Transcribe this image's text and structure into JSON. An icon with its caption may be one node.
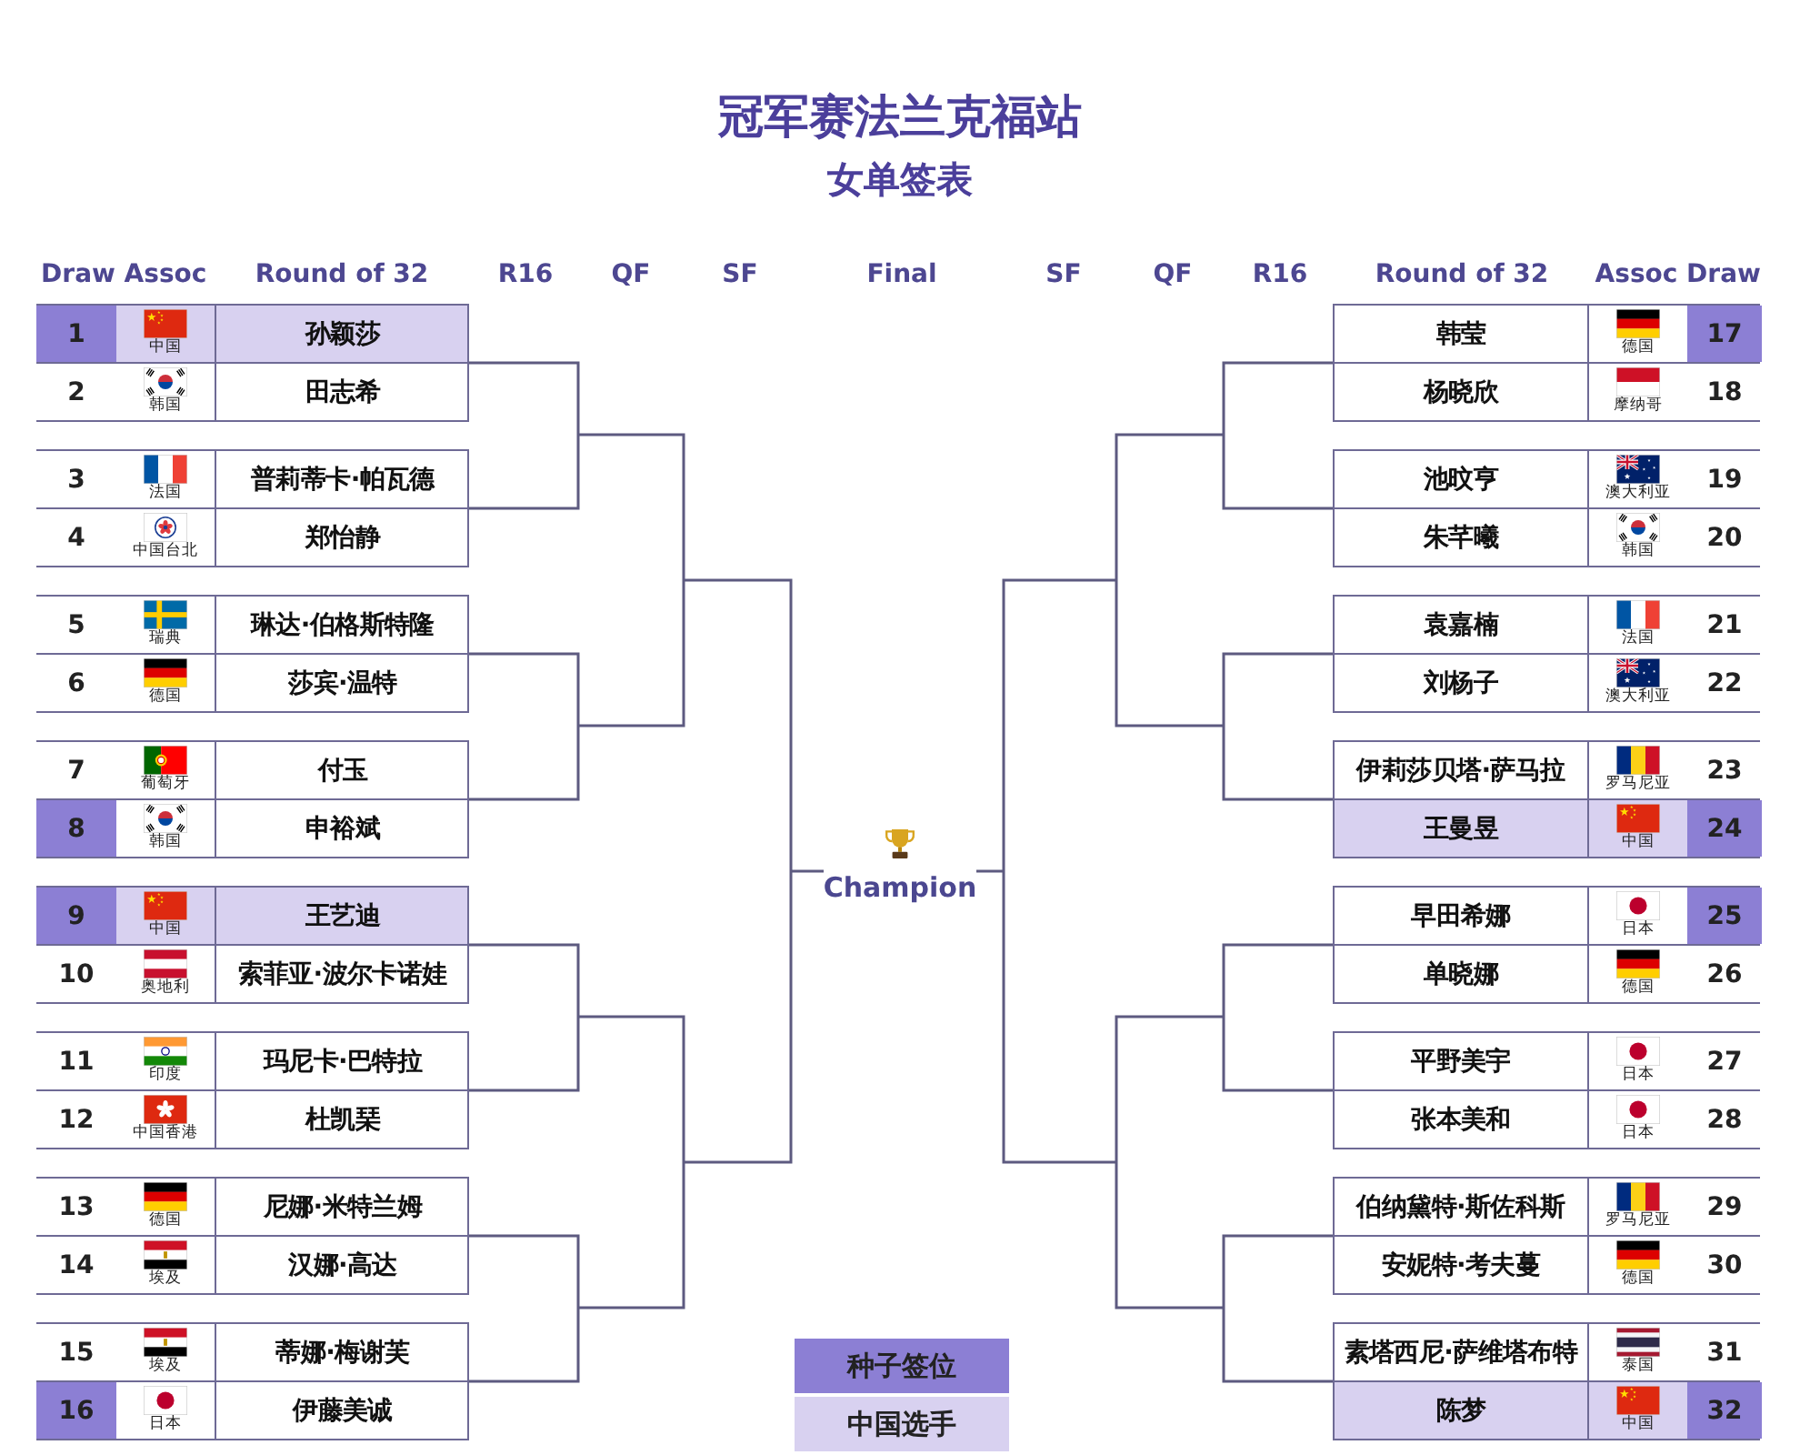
{
  "diagram": {
    "title": "冠军赛法兰克福站",
    "nodes": [
      {
        "text": [
          "1",
          "中国",
          "孙颖莎"
        ]
      },
      {
        "text": [
          "2",
          "韩国",
          "田志希"
        ]
      },
      {
        "text": [
          "3",
          "法国",
          "普莉蒂卡·帕瓦德"
        ]
      },
      {
        "text": [
          "4",
          "中国台北",
          "郑怡静"
        ]
      },
      {
        "text": [
          "5",
          "瑞典",
          "琳达·伯格斯特隆"
        ]
      },
      {
        "text": [
          "6",
          "德国",
          "莎宾·温特"
        ]
      },
      {
        "text": [
          "7",
          "葡萄牙",
          "付玉"
        ]
      },
      {
        "text": [
          "8",
          "韩国",
          "申裕斌"
        ]
      },
      {
        "text": [
          "9",
          "中国",
          "王艺迪"
        ]
      },
      {
        "text": [
          "10",
          "奥地利",
          "索菲亚·波尔卡诺娃"
        ]
      },
      {
        "text": [
          "11",
          "印度",
          "玛尼卡·巴特拉"
        ]
      },
      {
        "text": [
          "12",
          "中国香港",
          "杜凯琹"
        ]
      },
      {
        "text": [
          "13",
          "德国",
          "尼娜·米特兰姆"
        ]
      },
      {
        "text": [
          "14",
          "埃及",
          "汉娜·高达"
        ]
      },
      {
        "text": [
          "15",
          "埃及",
          "蒂娜·梅谢芙"
        ]
      },
      {
        "text": [
          "16",
          "日本",
          "伊藤美诚"
        ]
      },
      {
        "text": [
          "韩莹",
          "德国",
          "17"
        ]
      },
      {
        "text": [
          "杨晓欣",
          "摩纳哥",
          "18"
        ]
      },
      {
        "text": [
          "池旼亨",
          "澳大利亚",
          "19"
        ]
      },
      {
        "text": [
          "朱芊曦",
          "韩国",
          "20"
        ]
      },
      {
        "text": [
          "袁嘉楠",
          "法国",
          "21"
        ]
      },
      {
        "text": [
          "刘杨子",
          "澳大利亚",
          "22"
        ]
      },
      {
        "text": [
          "伊莉莎贝塔·萨马拉",
          "罗马尼亚",
          "23"
        ]
      },
      {
        "text": [
          "王曼昱",
          "中国",
          "24"
        ]
      },
      {
        "text": [
          "早田希娜",
          "日本",
          "25"
        ]
      },
      {
        "text": [
          "单晓娜",
          "德国",
          "26"
        ]
      },
      {
        "text": [
          "平野美宇",
          "日本",
          "27"
        ]
      },
      {
        "text": [
          "张本美和",
          "日本",
          "28"
        ]
      },
      {
        "text": [
          "伯纳黛特·斯佐科斯",
          "罗马尼亚",
          "29"
        ]
      },
      {
        "text": [
          "安妮特·考夫蔓",
          "德国",
          "30"
        ]
      },
      {
        "text": [
          "素塔西尼·萨维塔布特",
          "泰国",
          "31"
        ]
      },
      {
        "text": [
          "陈梦",
          "中国",
          "32"
        ]
      },
      {
        "text": [
          "Champion"
        ]
      }
    ],
    "edges": [
      {
        "from": 0,
        "to": 32,
        "arrow": "none"
      },
      {
        "from": 1,
        "to": 32,
        "arrow": "none"
      },
      {
        "from": 2,
        "to": 32,
        "arrow": "none"
      },
      {
        "from": 3,
        "to": 32,
        "arrow": "none"
      },
      {
        "from": 4,
        "to": 32,
        "arrow": "none"
      },
      {
        "from": 5,
        "to": 32,
        "arrow": "none"
      },
      {
        "from": 6,
        "to": 32,
        "arrow": "none"
      },
      {
        "from": 7,
        "to": 32,
        "arrow": "none"
      },
      {
        "from": 8,
        "to": 32,
        "arrow": "none"
      },
      {
        "from": 9,
        "to": 32,
        "arrow": "none"
      },
      {
        "from": 10,
        "to": 32,
        "arrow": "none"
      },
      {
        "from": 11,
        "to": 32,
        "arrow": "none"
      },
      {
        "from": 12,
        "to": 32,
        "arrow": "none"
      },
      {
        "from": 13,
        "to": 32,
        "arrow": "none"
      },
      {
        "from": 14,
        "to": 32,
        "arrow": "none"
      },
      {
        "from": 15,
        "to": 32,
        "arrow": "none"
      },
      {
        "from": 16,
        "to": 32,
        "arrow": "none"
      },
      {
        "from": 17,
        "to": 32,
        "arrow": "none"
      },
      {
        "from": 18,
        "to": 32,
        "arrow": "none"
      },
      {
        "from": 19,
        "to": 32,
        "arrow": "none"
      },
      {
        "from": 20,
        "to": 32,
        "arrow": "none"
      },
      {
        "from": 21,
        "to": 32,
        "arrow": "none"
      },
      {
        "from": 22,
        "to": 32,
        "arrow": "none"
      },
      {
        "from": 23,
        "to": 32,
        "arrow": "none"
      },
      {
        "from": 24,
        "to": 32,
        "arrow": "none"
      },
      {
        "from": 25,
        "to": 32,
        "arrow": "none"
      },
      {
        "from": 26,
        "to": 32,
        "arrow": "none"
      },
      {
        "from": 27,
        "to": 32,
        "arrow": "none"
      },
      {
        "from": 28,
        "to": 32,
        "arrow": "none"
      },
      {
        "from": 29,
        "to": 32,
        "arrow": "none"
      },
      {
        "from": 30,
        "to": 32,
        "arrow": "none"
      },
      {
        "from": 31,
        "to": 32,
        "arrow": "none"
      }
    ],
    "labels": [
      "女单签表",
      "Draw",
      "Assoc",
      "Round of 32",
      "R16",
      "QF",
      "SF",
      "Final",
      "SF",
      "QF",
      "R16",
      "Round of 32",
      "Assoc",
      "Draw"
    ],
    "legend": [
      {
        "text": "种子签位",
        "color": "#8c7fd4"
      },
      {
        "text": "中国选手",
        "color": "#d8d1f0"
      }
    ]
  }
}
